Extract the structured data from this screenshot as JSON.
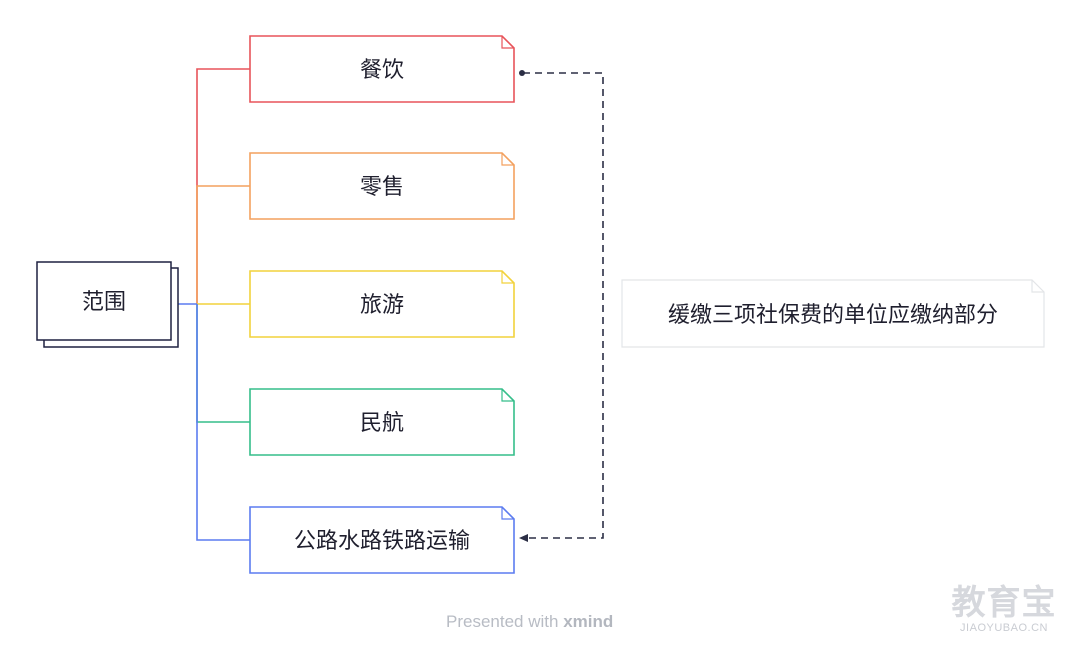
{
  "root": {
    "label": "范围",
    "color": "#1e2140"
  },
  "branches": [
    {
      "label": "餐饮",
      "color": "#e8545a"
    },
    {
      "label": "零售",
      "color": "#f3a15f"
    },
    {
      "label": "旅游",
      "color": "#f2d23c"
    },
    {
      "label": "民航",
      "color": "#35be8a"
    },
    {
      "label": "公路水路铁路运输",
      "color": "#5c7cf0"
    }
  ],
  "summary": {
    "label": "缓缴三项社保费的单位应缴纳部分",
    "color": "#e3e5e8"
  },
  "relationship": {
    "color": "#2b2e45"
  },
  "footer": {
    "prefix": "Presented with",
    "brand": "xmind"
  },
  "watermark": {
    "main": "教育宝",
    "sub": "JIAOYUBAO.CN"
  }
}
